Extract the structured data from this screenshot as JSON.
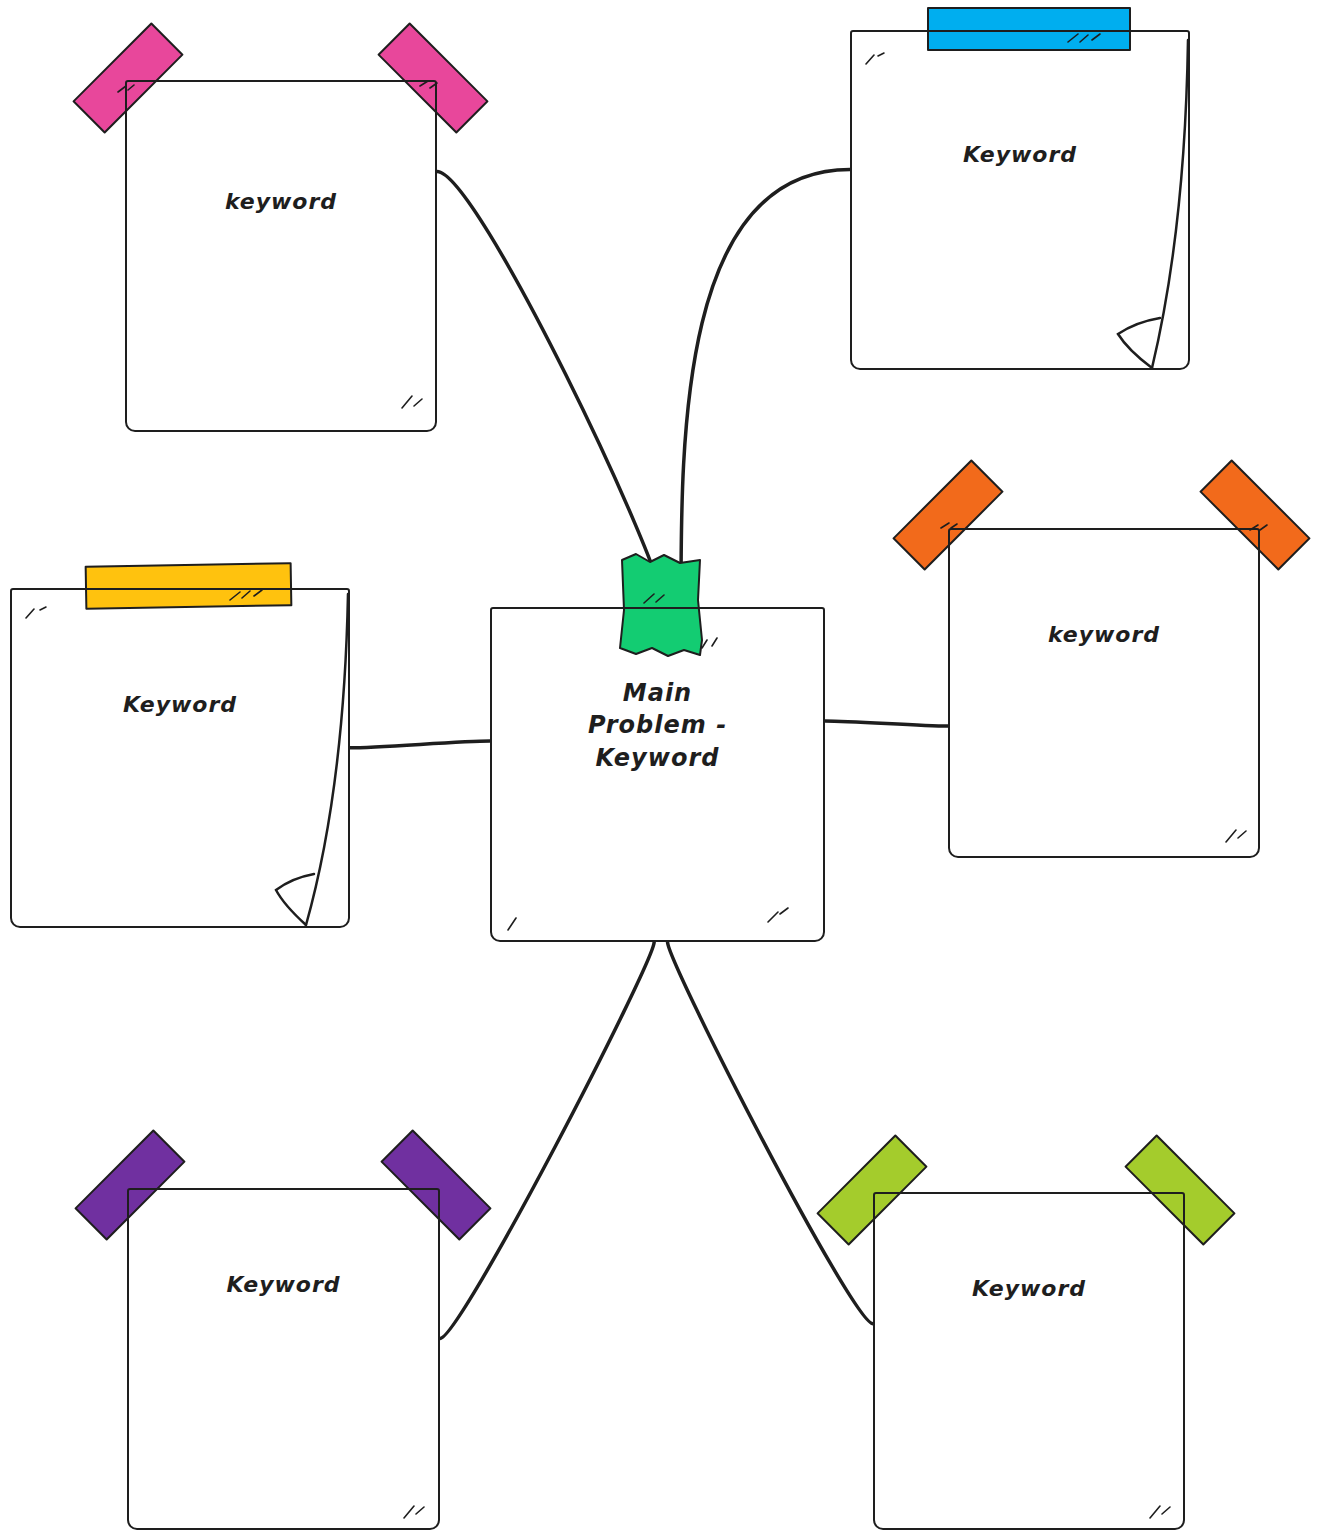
{
  "diagram": {
    "nodes": [
      {
        "text": [
          "keyword"
        ]
      },
      {
        "text": [
          "Keyword"
        ]
      },
      {
        "text": [
          "Keyword"
        ]
      },
      {
        "text": [
          "Main Problem -Keyword"
        ]
      },
      {
        "text": [
          "keyword"
        ]
      },
      {
        "text": [
          "Keyword"
        ]
      },
      {
        "text": [
          "Keyword"
        ]
      }
    ],
    "edges": [
      {
        "from": 3,
        "to": 0,
        "arrow": "none"
      },
      {
        "from": 3,
        "to": 1,
        "arrow": "none"
      },
      {
        "from": 3,
        "to": 2,
        "arrow": "none"
      },
      {
        "from": 3,
        "to": 4,
        "arrow": "none"
      },
      {
        "from": 3,
        "to": 5,
        "arrow": "none"
      },
      {
        "from": 3,
        "to": 6,
        "arrow": "none"
      }
    ]
  }
}
